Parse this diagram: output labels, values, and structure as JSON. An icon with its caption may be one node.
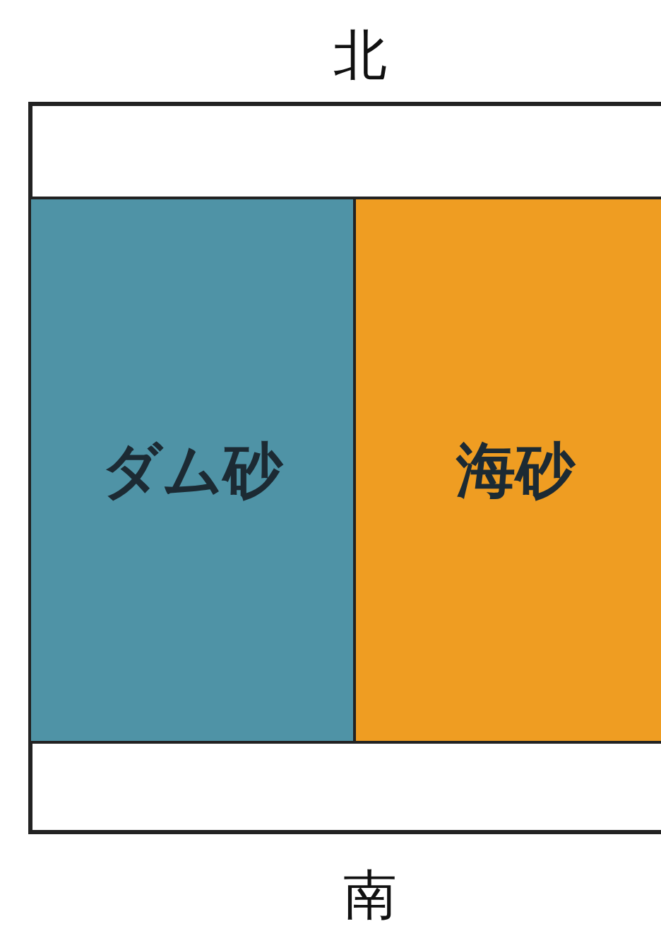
{
  "diagram": {
    "nodes": [
      {
        "text": [
          "ダム砂"
        ]
      },
      {
        "text": [
          "海砂"
        ]
      }
    ],
    "labels": [
      "北",
      "南"
    ]
  }
}
